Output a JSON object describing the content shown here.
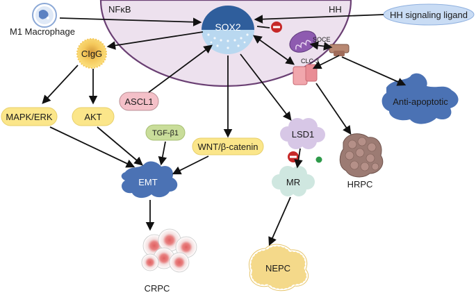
{
  "labels": {
    "m1_macrophage": "M1  Macrophage",
    "nfkb": "NFκB",
    "hh": "HH",
    "hh_ligand": "HH signaling ligand",
    "sox2": "SOX2",
    "soce": "SOCE",
    "clc3": "CLC-3",
    "cigg": "CIgG",
    "ascl1": "ASCL1",
    "mapk_erk": "MAPK/ERK",
    "akt": "AKT",
    "tgf_b1": "TGF-β1",
    "wnt": "WNT/β-catenin",
    "lsd1": "LSD1",
    "mr": "MR",
    "emt": "EMT",
    "hrpc": "HRPC",
    "anti_apoptotic": "Anti-apoptotic",
    "crpc": "CRPC",
    "nepc": "NEPC"
  },
  "colors": {
    "cell_fill": "#ede1ee",
    "cell_stroke": "#6a3f73",
    "sox2_top": "#2f5e9c",
    "sox2_bottom": "#b9d8f0",
    "blue_shape": "#4b72b4",
    "yellow_pill": "#fbe68a",
    "green_pill": "#c9dd9a",
    "pink_pill": "#f4c0c8",
    "inhibit": "#c62828",
    "ligand_fill": "#c9dcf4",
    "lsd1_fill": "#d7c7e6",
    "mr_fill": "#cfe7e0",
    "hrpc_fill": "#9c7b73",
    "nepc_fill": "#f4d98a"
  },
  "icons": [
    "macrophage-icon",
    "mitochondrion-icon",
    "soce-channel-icon",
    "clc3-channel-icon",
    "inhibition-icon",
    "green-dot-icon",
    "crpc-cells-icon"
  ]
}
